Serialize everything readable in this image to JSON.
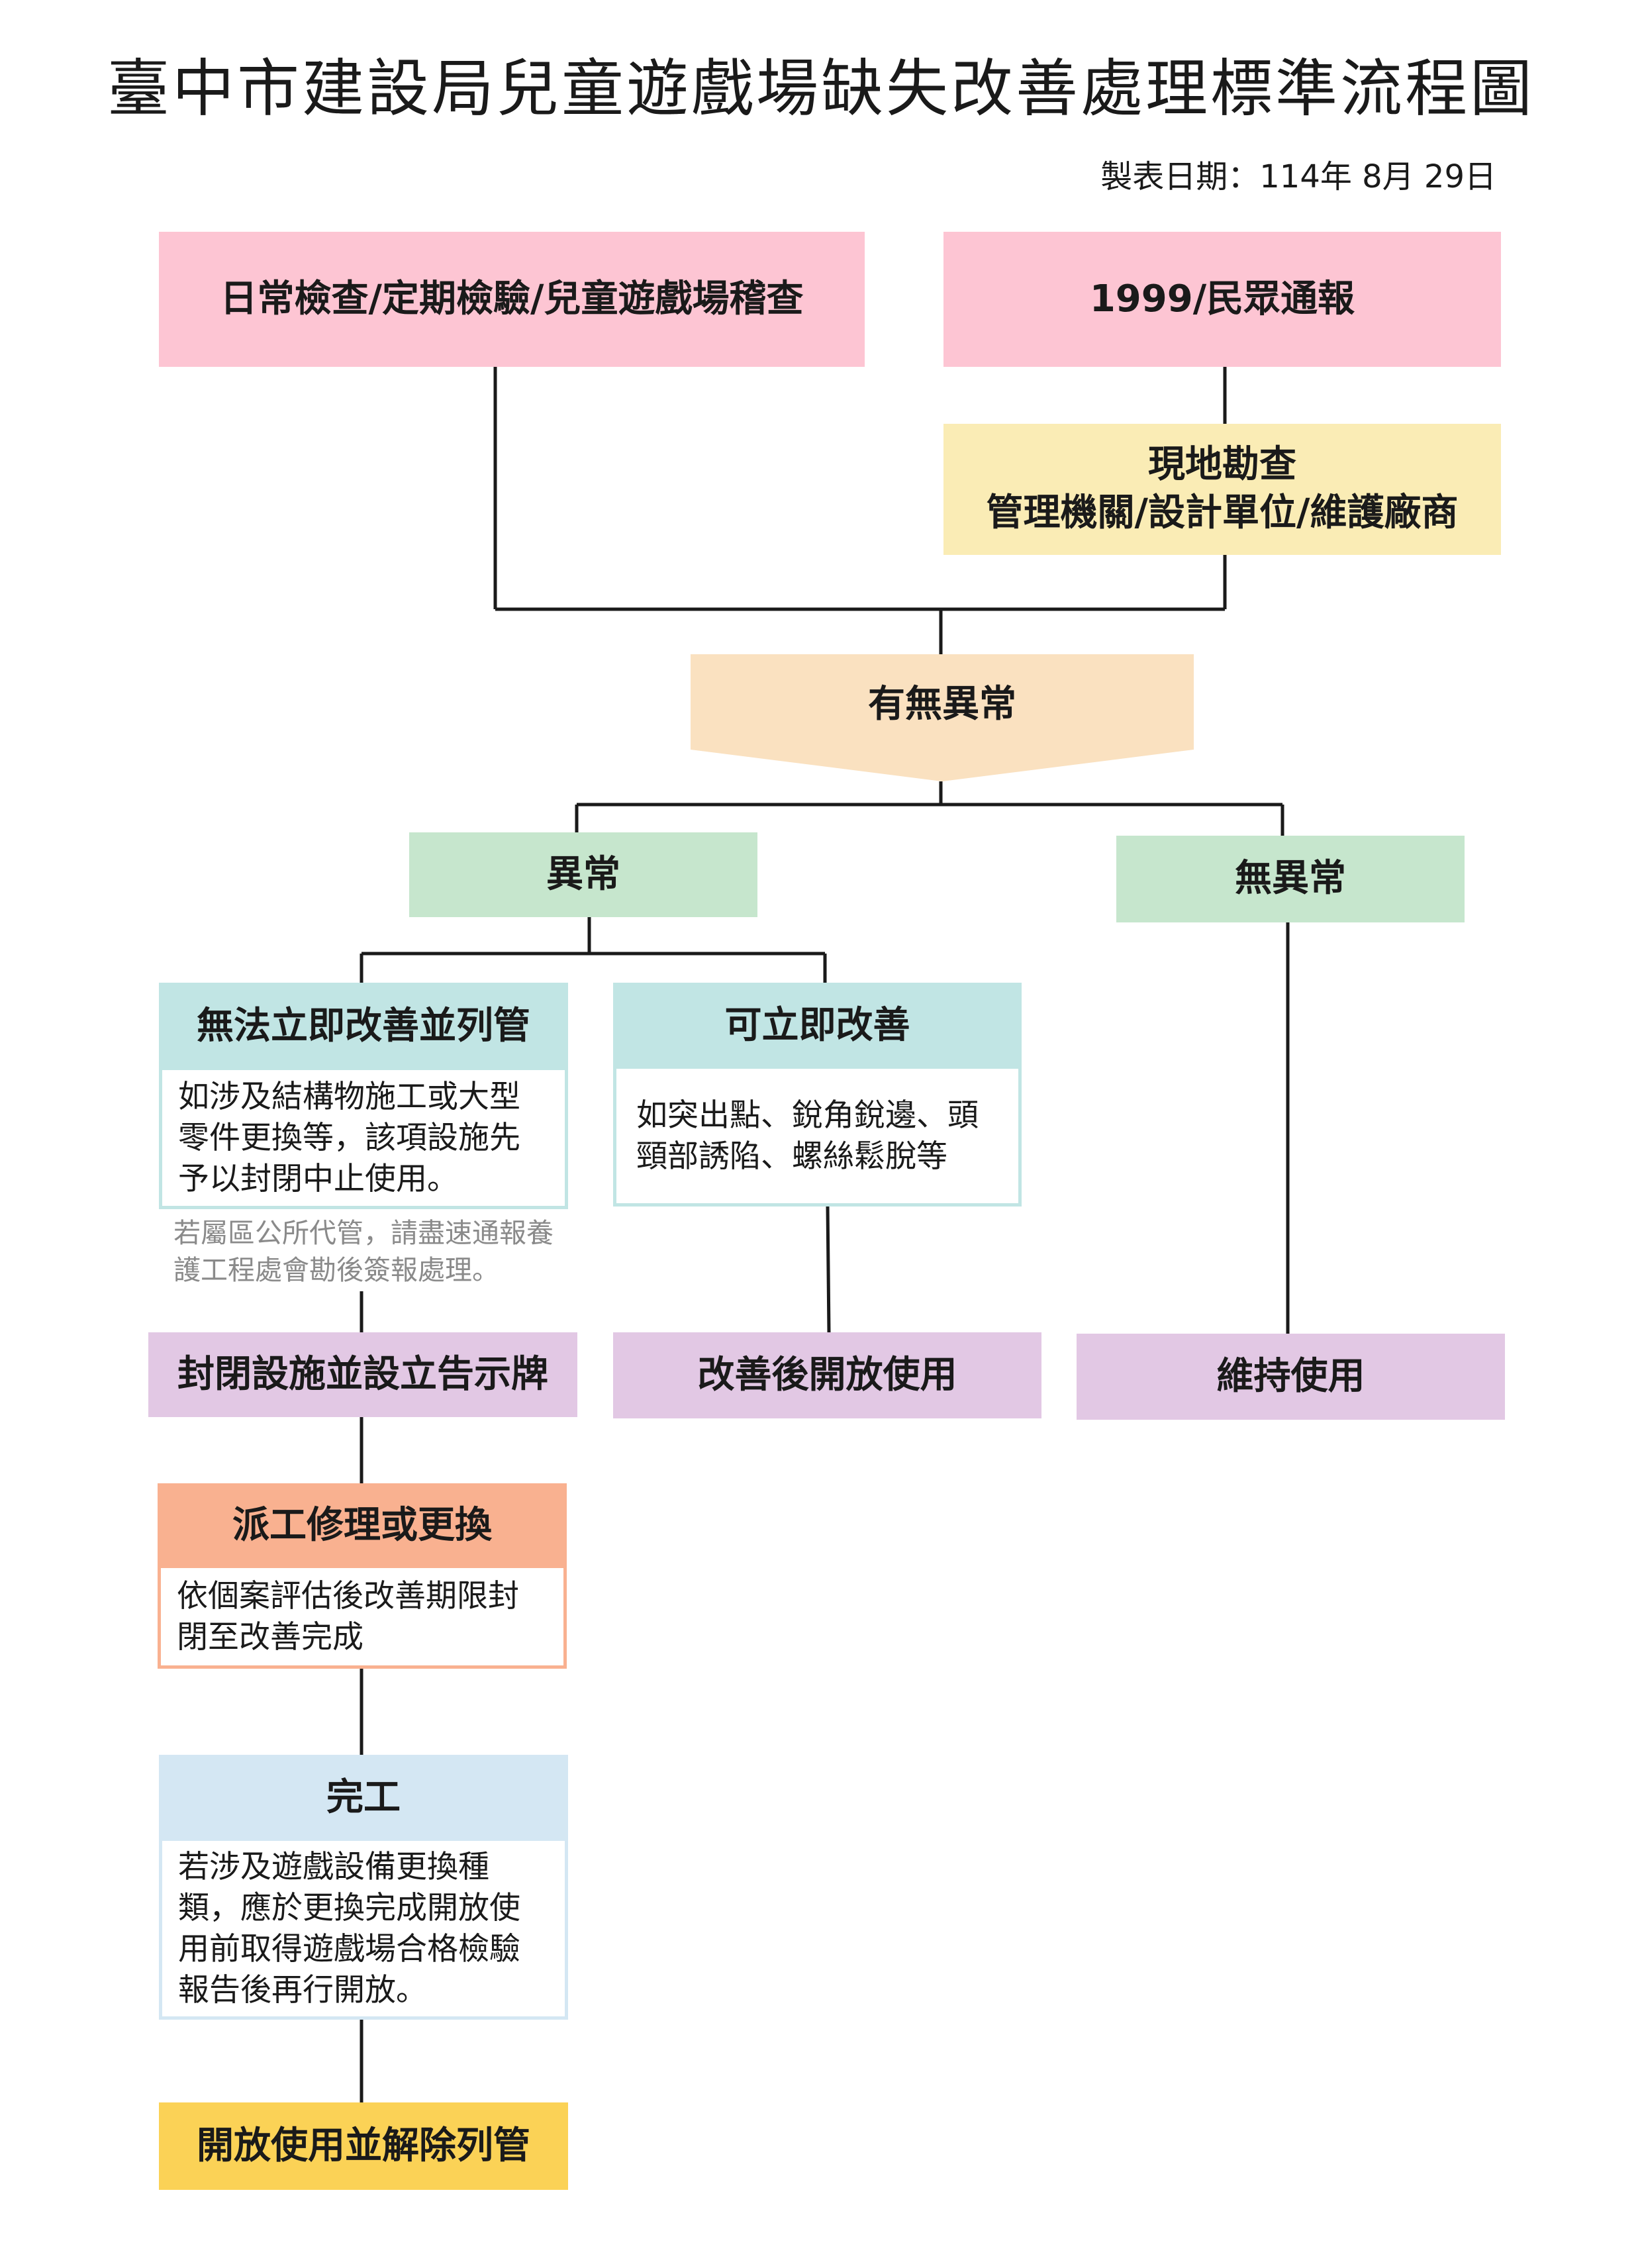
{
  "title": "臺中市建設局兒童遊戲場缺失改善處理標準流程圖",
  "date": "製表日期：114年 8月 29日",
  "colors": {
    "source_pink": "#fdc5d3",
    "survey_yellow": "#faecb5",
    "decision_peach": "#fae1c0",
    "branch_green": "#c6e6cd",
    "teal": "#c1e5e4",
    "outcome_purple": "#e2c8e4",
    "repair_orange": "#f9b190",
    "done_blue": "#d4e7f3",
    "final_gold": "#fbd256",
    "line": "#1a1a1a"
  },
  "nodes": {
    "inspection": "日常檢查/定期檢驗/兒童遊戲場稽查",
    "report": "1999/民眾通報",
    "survey_line1": "現地勘查",
    "survey_line2": "管理機關/設計單位/維護廠商",
    "decision": "有無異常",
    "abnormal": "異常",
    "normal": "無異常",
    "cannot_fix": "無法立即改善並列管",
    "cannot_fix_detail": "如涉及結構物施工或大型零件更換等，該項設施先予以封閉中止使用。",
    "district_note": "若屬區公所代管，請盡速通報養護工程處會勘後簽報處理。",
    "can_fix": "可立即改善",
    "can_fix_detail": "如突出點、銳角銳邊、頭頸部誘陷、螺絲鬆脫等",
    "close_facility": "封閉設施並設立告示牌",
    "open_after_fix": "改善後開放使用",
    "keep_using": "維持使用",
    "repair": "派工修理或更換",
    "repair_detail": "依個案評估後改善期限封閉至改善完成",
    "complete": "完工",
    "complete_detail": "若涉及遊戲設備更換種類，應於更換完成開放使用前取得遊戲場合格檢驗報告後再行開放。",
    "final": "開放使用並解除列管"
  }
}
